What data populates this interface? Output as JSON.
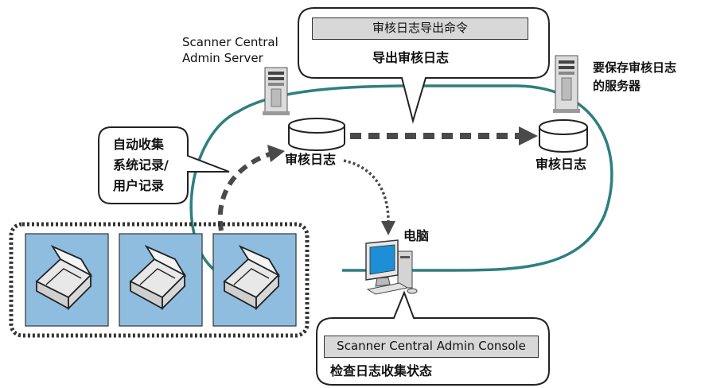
{
  "diagram": {
    "admin_server_label_line1": "Scanner Central",
    "admin_server_label_line2": "Admin Server",
    "callout_top_header": "审核日志导出命令",
    "callout_top_text": "导出审核日志",
    "right_server_label_line1": "要保存审核日志",
    "right_server_label_line2": "的服务器",
    "audit_log_left": "审核日志",
    "audit_log_right": "审核日志",
    "callout_left_line1": "自动收集",
    "callout_left_line2": "系统记录/",
    "callout_left_line3": "用户记录",
    "computer_label": "电脑",
    "callout_bottom_header": "Scanner Central Admin Console",
    "callout_bottom_text": "检查日志收集状态",
    "colors": {
      "network_line": "#2f7f7f",
      "scanner_bg": "#8fbde0",
      "arrow": "#4a4a4a",
      "header_bar": "#d8d8d8"
    }
  }
}
